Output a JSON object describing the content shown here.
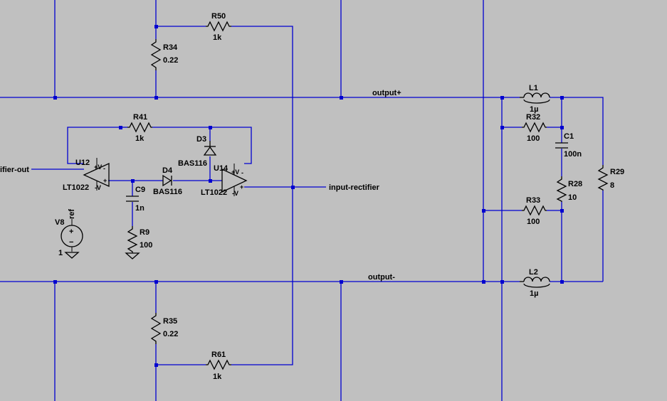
{
  "colors": {
    "background": "#c0c0c0",
    "wire": "#0000d0",
    "component": "#000000"
  },
  "components": {
    "R50": {
      "name": "R50",
      "value": "1k"
    },
    "R34": {
      "name": "R34",
      "value": "0.22"
    },
    "R41": {
      "name": "R41",
      "value": "1k"
    },
    "D3": {
      "name": "D3",
      "part": "BAS116"
    },
    "D4": {
      "name": "D4",
      "part": "BAS116"
    },
    "U12": {
      "name": "U12",
      "part": "LT1022",
      "pos_pin": "+V",
      "neg_pin": "-V",
      "plus": "+",
      "minus": "-"
    },
    "U14": {
      "name": "U14",
      "part": "LT1022",
      "pos_pin": "+V",
      "neg_pin": "-V",
      "plus": "+",
      "minus": "-"
    },
    "C9": {
      "name": "C9",
      "value": "1n"
    },
    "R9": {
      "name": "R9",
      "value": "100"
    },
    "V8": {
      "name": "V8",
      "value": "1",
      "net": "ref",
      "plus": "+",
      "minus": "−"
    },
    "L1": {
      "name": "L1",
      "value": "1µ"
    },
    "L2": {
      "name": "L2",
      "value": "1µ"
    },
    "R32": {
      "name": "R32",
      "value": "100"
    },
    "C1": {
      "name": "C1",
      "value": "100n"
    },
    "R28": {
      "name": "R28",
      "value": "10"
    },
    "R33": {
      "name": "R33",
      "value": "100"
    },
    "R29": {
      "name": "R29",
      "value": "8"
    },
    "R35": {
      "name": "R35",
      "value": "0.22"
    },
    "R61": {
      "name": "R61",
      "value": "1k"
    }
  },
  "nets": {
    "output_plus": "output+",
    "output_minus": "output-",
    "input_rectifier": "input-rectifier",
    "rectifier_out": "ifier-out"
  }
}
